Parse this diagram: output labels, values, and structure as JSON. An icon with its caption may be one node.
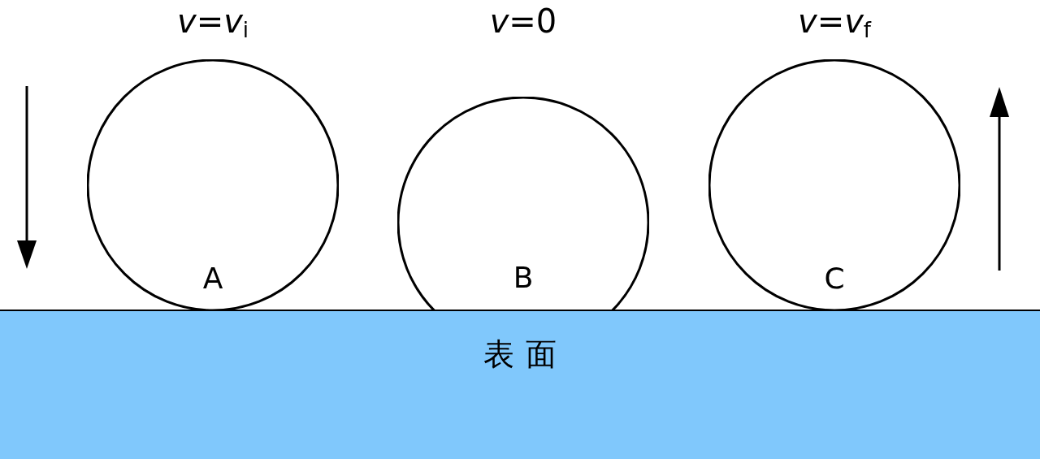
{
  "diagram": {
    "nodes": [
      {
        "text": [
          "A"
        ],
        "beside": [
          "*v*=*v*$_{i}$"
        ]
      },
      {
        "text": [
          "B"
        ],
        "beside": [
          "*v*=0"
        ]
      },
      {
        "text": [
          "C"
        ],
        "beside": [
          "*v*=*v*$_{f}$"
        ]
      },
      {
        "text": [
          "表面"
        ]
      }
    ]
  }
}
